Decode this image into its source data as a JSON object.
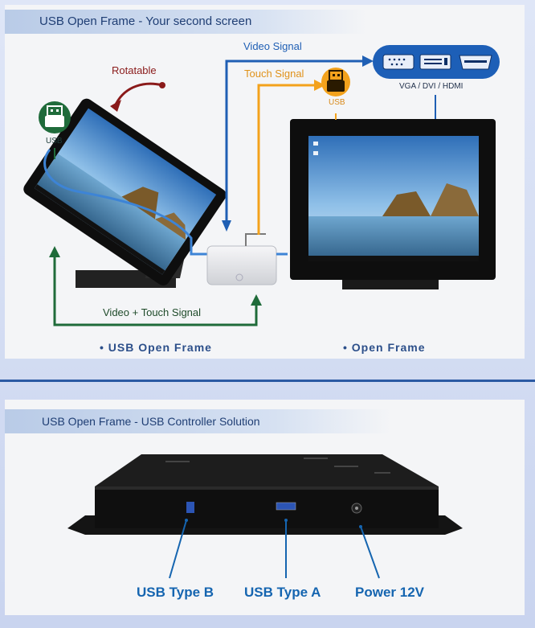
{
  "top": {
    "title": "USB Open Frame - Your second screen",
    "rotatable": "Rotatable",
    "usb_left": "USB",
    "usb_right": "USB",
    "video_signal": "Video Signal",
    "touch_signal": "Touch Signal",
    "vga_dvi_hdmi": "VGA / DVI / HDMI",
    "video_touch_signal": "Video + Touch Signal",
    "caption_left": "• USB Open Frame",
    "caption_right": "•  Open Frame"
  },
  "bottom": {
    "title": "USB Open Frame -  USB Controller Solution",
    "usb_type_b": "USB Type B",
    "usb_type_a": "USB Type A",
    "power_12v": "Power 12V"
  },
  "colors": {
    "blue": "#1f5fb4",
    "orange": "#f3a21c",
    "green": "#1f6b3a",
    "dark_red": "#8a1a1a"
  }
}
